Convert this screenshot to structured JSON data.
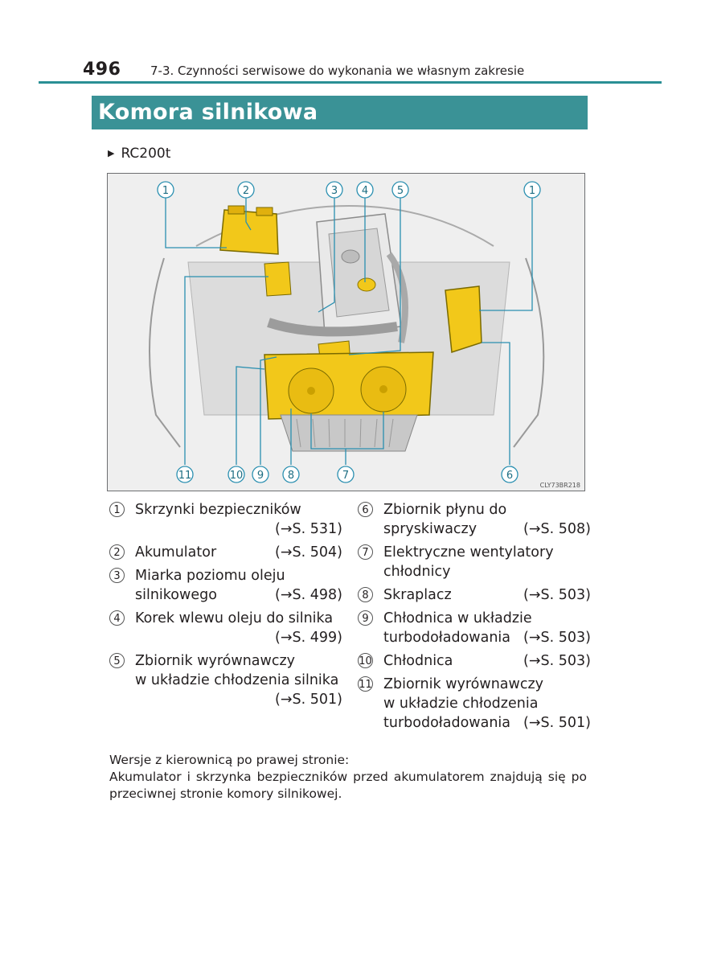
{
  "header": {
    "page_number": "496",
    "chapter": "7-3. Czynności serwisowe do wykonania we własnym zakresie"
  },
  "section": {
    "title": "Komora silnikowa"
  },
  "variant": {
    "label": "RC200t"
  },
  "figure": {
    "code": "CLY73BR218",
    "callouts": [
      "1",
      "2",
      "3",
      "4",
      "5",
      "1",
      "11",
      "10",
      "9",
      "8",
      "7",
      "6"
    ]
  },
  "legend": {
    "left": [
      {
        "num": "1",
        "label": "Skrzynki bezpieczników",
        "ref": "(→S. 531)"
      },
      {
        "num": "2",
        "label": "Akumulator",
        "ref": "(→S. 504)"
      },
      {
        "num": "3",
        "label": "Miarka poziomu oleju",
        "label2": "silnikowego",
        "ref": "(→S. 498)"
      },
      {
        "num": "4",
        "label": "Korek wlewu oleju do silnika",
        "ref": "(→S. 499)"
      },
      {
        "num": "5",
        "label": "Zbiornik wyrównawczy",
        "label2": "w układzie chłodzenia silnika",
        "ref": "(→S. 501)"
      }
    ],
    "right": [
      {
        "num": "6",
        "label": "Zbiornik płynu do",
        "label2": "spryskiwaczy",
        "ref": "(→S. 508)"
      },
      {
        "num": "7",
        "label": "Elektryczne wentylatory",
        "label2": "chłodnicy"
      },
      {
        "num": "8",
        "label": "Skraplacz",
        "ref": "(→S. 503)"
      },
      {
        "num": "9",
        "label": "Chłodnica w układzie",
        "label2": "turbodoładowania",
        "ref": "(→S. 503)"
      },
      {
        "num": "10",
        "label": "Chłodnica",
        "ref": "(→S. 503)"
      },
      {
        "num": "11",
        "label": "Zbiornik wyrównawczy",
        "label2": "w układzie chłodzenia",
        "label3": "turbodoładowania",
        "ref": "(→S. 501)"
      }
    ]
  },
  "note": {
    "line1": "Wersje z kierownicą po prawej stronie:",
    "line2": "Akumulator i skrzynka bezpieczników przed akumulatorem znajdują się po przeciwnej stronie komory silnikowej."
  }
}
